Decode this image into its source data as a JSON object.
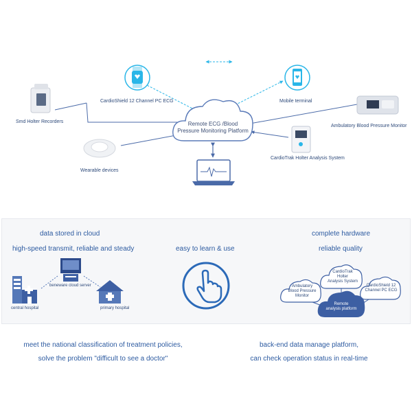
{
  "top": {
    "cloud_line1": "Remote ECG /Blood",
    "cloud_line2": "Pressure Monitoring Platform",
    "labels": {
      "cardioshield": "CardioShield 12 Channel PC ECG",
      "mobile": "Mobile terminal",
      "smd": "Smd Holter Recorders",
      "ambulatory": "Ambulatory Blood Pressure Monitor",
      "cardiotrak": "CardioTrak Holter Analysis System",
      "wearable": "Wearable devices"
    }
  },
  "panel": {
    "left_title1": "data stored in cloud",
    "left_title2": "high-speed transmit, reliable and steady",
    "center_title": "easy to learn & use",
    "right_title1": "complete hardware",
    "right_title2": "reliable quality",
    "server_label": "beneware cloud server",
    "central_hospital": "central hospital",
    "primary_hospital": "primary hospital",
    "mini_clouds": {
      "ambulatory": [
        "Ambulatory",
        "Blood Pressure",
        "Monitor"
      ],
      "cardiotrak": [
        "CardioTrak",
        "Holter",
        "Analysis System"
      ],
      "cardioshield": [
        "CardioShield 12",
        "Channel PC ECG"
      ],
      "remote": [
        "Remote",
        "analysis platform"
      ]
    }
  },
  "bottom": {
    "left_line1": "meet the national classification of treatment policies,",
    "left_line2": "solve the problem \"difficult to see a doctor\"",
    "right_line1": "back-end data manage platform,",
    "right_line2": "can check operation status in real-time"
  },
  "colors": {
    "accent": "#2c5aa0",
    "cyan": "#29b6e8",
    "line": "#4a6aa8"
  }
}
